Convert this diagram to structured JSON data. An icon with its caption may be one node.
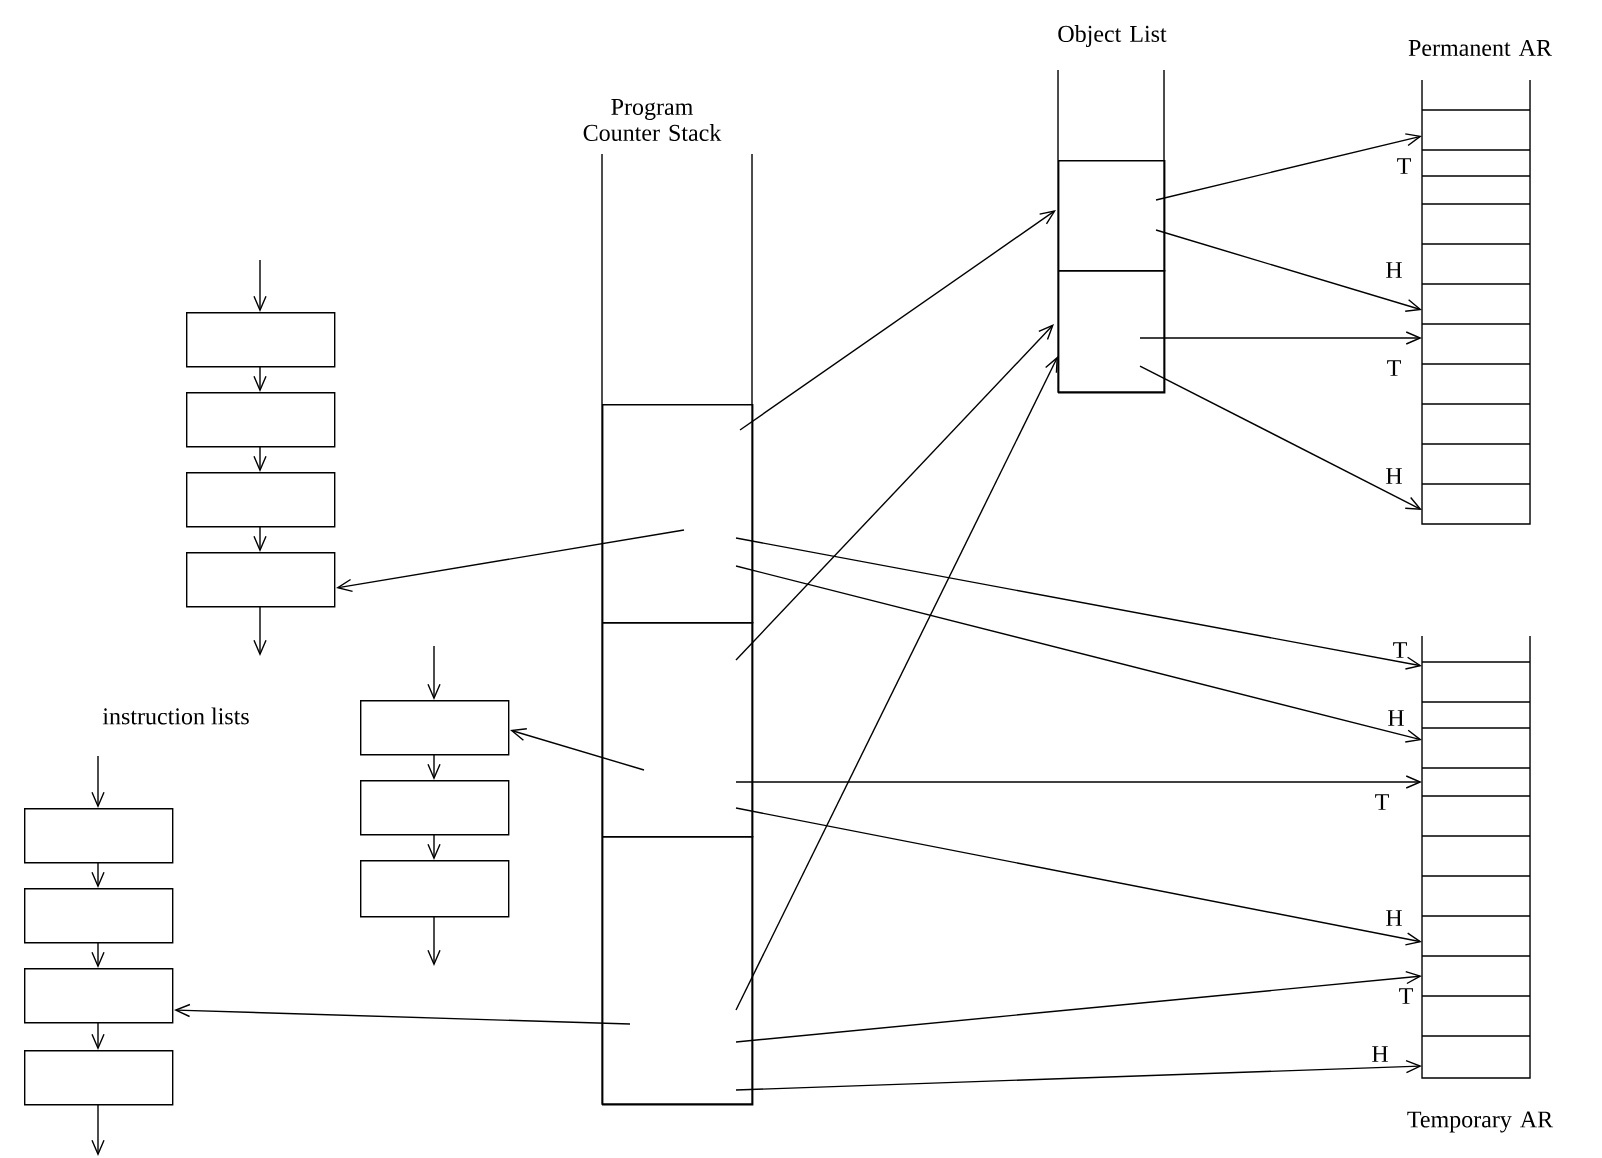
{
  "diagram": {
    "nodes": [
      {
        "text": [
          "Program Counter Stack"
        ]
      },
      {
        "text": [],
        "shape": "box",
        "in": 0
      },
      {
        "text": [],
        "shape": "box",
        "in": 0
      },
      {
        "text": [],
        "shape": "box",
        "in": 0
      },
      {
        "text": [
          "Object List"
        ]
      },
      {
        "text": [],
        "shape": "box",
        "in": 4
      },
      {
        "text": [],
        "shape": "box",
        "in": 4
      },
      {
        "text": [
          "Permanent AR"
        ]
      },
      {
        "text": [
          "Temporary AR"
        ]
      },
      {
        "text": [],
        "shape": "box"
      },
      {
        "text": [],
        "shape": "box"
      },
      {
        "text": [],
        "shape": "box"
      },
      {
        "text": [],
        "shape": "box"
      },
      {
        "text": [],
        "shape": "box"
      },
      {
        "text": [],
        "shape": "box"
      },
      {
        "text": [],
        "shape": "box"
      },
      {
        "text": [],
        "shape": "box"
      },
      {
        "text": [],
        "shape": "box"
      },
      {
        "text": [],
        "shape": "box"
      },
      {
        "text": [],
        "shape": "box"
      }
    ],
    "edges": [
      {
        "from": 1,
        "to": 5,
        "arrow": "to"
      },
      {
        "from": 1,
        "to": 12,
        "arrow": "to"
      },
      {
        "from": 1,
        "to": 8,
        "arrow": "to",
        "label": "T"
      },
      {
        "from": 1,
        "to": 8,
        "arrow": "to",
        "label": "H"
      },
      {
        "from": 2,
        "to": 6,
        "arrow": "to"
      },
      {
        "from": 2,
        "to": 13,
        "arrow": "to"
      },
      {
        "from": 2,
        "to": 8,
        "arrow": "to",
        "label": "T"
      },
      {
        "from": 2,
        "to": 8,
        "arrow": "to",
        "label": "H"
      },
      {
        "from": 3,
        "to": 6,
        "arrow": "to"
      },
      {
        "from": 3,
        "to": 18,
        "arrow": "to"
      },
      {
        "from": 3,
        "to": 8,
        "arrow": "to",
        "label": "T"
      },
      {
        "from": 3,
        "to": 8,
        "arrow": "to",
        "label": "H"
      },
      {
        "from": 5,
        "to": 7,
        "arrow": "to",
        "label": "T"
      },
      {
        "from": 5,
        "to": 7,
        "arrow": "to",
        "label": "H"
      },
      {
        "from": 6,
        "to": 7,
        "arrow": "to",
        "label": "T"
      },
      {
        "from": 6,
        "to": 7,
        "arrow": "to",
        "label": "H"
      },
      {
        "from": null,
        "to": 9,
        "arrow": "to"
      },
      {
        "from": 9,
        "to": 10,
        "arrow": "to"
      },
      {
        "from": 10,
        "to": 11,
        "arrow": "to"
      },
      {
        "from": 11,
        "to": 12,
        "arrow": "to"
      },
      {
        "from": 12,
        "to": null,
        "arrow": "to"
      },
      {
        "from": null,
        "to": 13,
        "arrow": "to"
      },
      {
        "from": 13,
        "to": 14,
        "arrow": "to"
      },
      {
        "from": 14,
        "to": 15,
        "arrow": "to"
      },
      {
        "from": 15,
        "to": null,
        "arrow": "to"
      },
      {
        "from": null,
        "to": 16,
        "arrow": "to"
      },
      {
        "from": 16,
        "to": 17,
        "arrow": "to"
      },
      {
        "from": 17,
        "to": 18,
        "arrow": "to"
      },
      {
        "from": 18,
        "to": 19,
        "arrow": "to"
      },
      {
        "from": 19,
        "to": null,
        "arrow": "to"
      }
    ],
    "labels": [
      "instruction lists"
    ]
  }
}
